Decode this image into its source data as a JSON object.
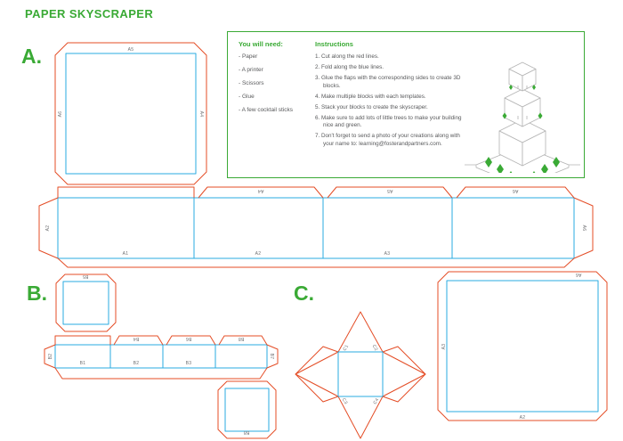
{
  "page": {
    "title": "PAPER SKYSCRAPER"
  },
  "colors": {
    "green": "#3aaa35",
    "cut_red": "#e44d26",
    "fold_blue": "#29abe2",
    "text_gray": "#58595b",
    "illustration_gray": "#b3b3b3"
  },
  "sections": {
    "a": "A.",
    "b": "B.",
    "c": "C."
  },
  "info_box": {
    "need_title": "You will need:",
    "supplies": [
      "- Paper",
      "- A printer",
      "- Scissors",
      "- Glue",
      "- A few cocktail sticks"
    ],
    "instructions_title": "Instructions",
    "steps": [
      "1. Cut along the red lines.",
      "2. Fold along the blue lines.",
      "3. Glue the flaps with the corresponding sides to create 3D blocks.",
      "4. Make multiple blocks with each templates.",
      "5. Stack your blocks to create the skyscraper.",
      "6. Make sure to add lots of little trees to make your building nice and green.",
      "7. Don't forget to send a photo of your creations along with your name to: learning@fosterandpartners.com."
    ]
  },
  "template_a": {
    "lid": {
      "top": "A5",
      "left": "A6",
      "right": "A4"
    },
    "strip": {
      "left_tab": "A2",
      "panels": [
        "A1",
        "A2",
        "A3"
      ],
      "top_flaps": [
        "A4",
        "A5",
        "A6"
      ],
      "right_tab": "A6"
    },
    "base": {
      "left": "A3",
      "top": "A6",
      "bottom": "A2"
    }
  },
  "template_b": {
    "square1": "B5",
    "strip": {
      "left_tab": "B2",
      "panels": [
        "B1",
        "B2",
        "B3"
      ],
      "top_flaps": [
        "B4",
        "B6",
        "B8"
      ],
      "right_tab": "B7"
    },
    "square2": "B8"
  },
  "template_c": {
    "labels": [
      "C1",
      "C2",
      "C3",
      "C4"
    ]
  }
}
